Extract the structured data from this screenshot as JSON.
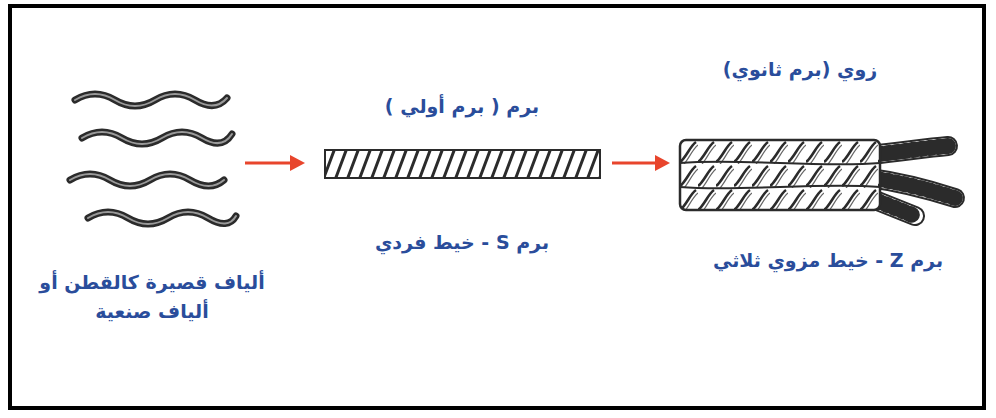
{
  "diagram": {
    "labels": [
      "ألياف قصيرة كالقطن أو ألياف صنعية",
      "برم ( برم أولي )",
      "برم S - خيط فردي",
      "زوي (برم ثانوي)",
      "برم Z - خيط مزوي ثلاثي"
    ]
  }
}
